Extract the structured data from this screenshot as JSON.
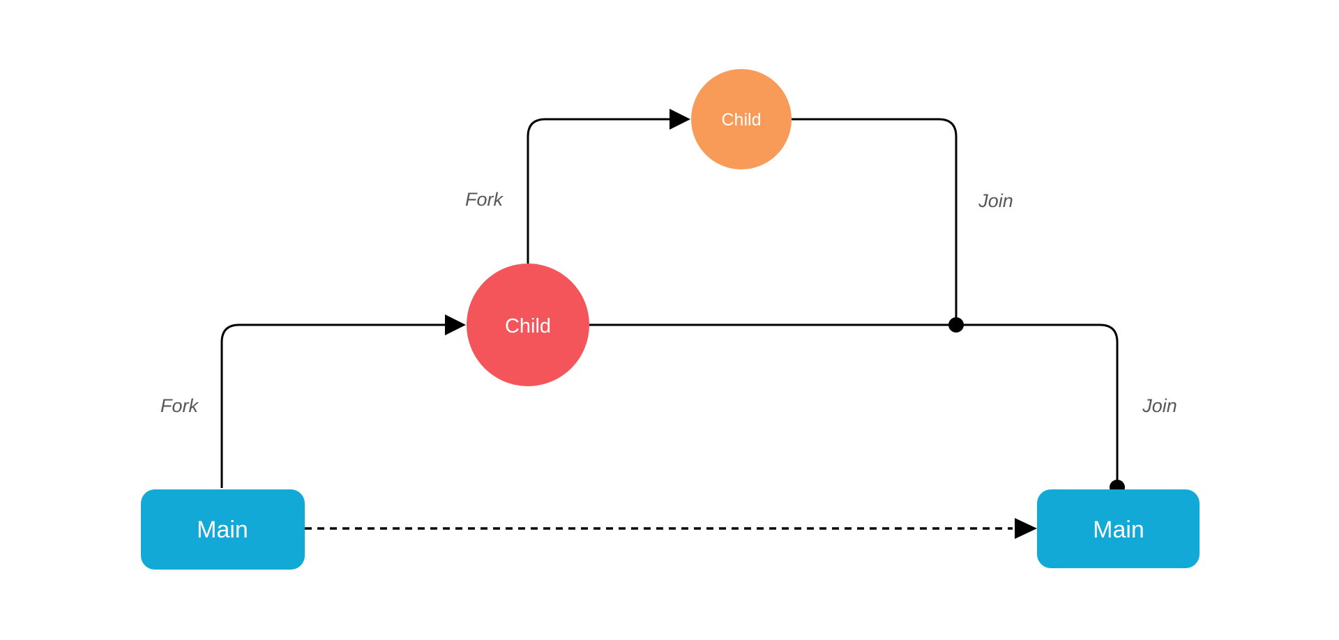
{
  "diagram": {
    "type": "fork-join-flow",
    "background": "#ffffff",
    "colors": {
      "main_node": "#12A9D6",
      "child_red_node": "#F4555A",
      "child_orange_node": "#F89B58",
      "edge_stroke": "#000000",
      "edge_label_text": "#575757",
      "node_label_text": "#ffffff"
    },
    "nodes": {
      "main_left": {
        "label": "Main",
        "shape": "rounded-rect"
      },
      "main_right": {
        "label": "Main",
        "shape": "rounded-rect"
      },
      "child_red": {
        "label": "Child",
        "shape": "circle"
      },
      "child_orange": {
        "label": "Child",
        "shape": "circle"
      }
    },
    "edges": {
      "fork_left": {
        "label": "Fork",
        "from": "main_left",
        "to": "child_red",
        "style": "solid-arrow"
      },
      "fork_upper": {
        "label": "Fork",
        "from": "child_red",
        "to": "child_orange",
        "style": "solid-arrow"
      },
      "join_upper": {
        "label": "Join",
        "from": "child_orange",
        "to": "join_point",
        "style": "solid-dot"
      },
      "join_lower": {
        "label": "Join",
        "from": "child_red",
        "to": "main_right",
        "style": "solid-dot"
      },
      "main_flow": {
        "label": "",
        "from": "main_left",
        "to": "main_right",
        "style": "dashed-arrow"
      }
    }
  }
}
